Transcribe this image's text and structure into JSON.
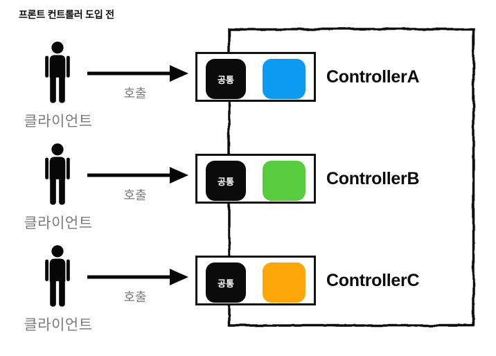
{
  "title": "프론트 컨트롤러 도입 전",
  "outer_border_color": "#111111",
  "rows": [
    {
      "client_label": "클라이언트",
      "arrow_label": "호출",
      "common_label": "공통",
      "controller_label": "ControllerA",
      "color": "#0D9AF2"
    },
    {
      "client_label": "클라이언트",
      "arrow_label": "호출",
      "common_label": "공통",
      "controller_label": "ControllerB",
      "color": "#57CC3E"
    },
    {
      "client_label": "클라이언트",
      "arrow_label": "호출",
      "common_label": "공통",
      "controller_label": "ControllerC",
      "color": "#FBA70A"
    }
  ]
}
